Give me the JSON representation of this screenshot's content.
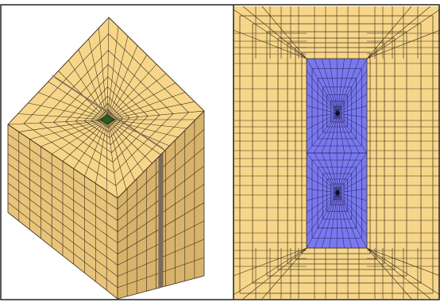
{
  "figure": {
    "panels": [
      {
        "id": "left",
        "content": "3d-meshed-cube-with-fracture-planes-and-central-wellbore"
      },
      {
        "id": "right",
        "content": "2d-mesh-cross-section-with-refined-region-and-two-point-sources"
      }
    ]
  },
  "colors": {
    "mesh_fill": "#f7d68a",
    "mesh_fill_side_left": "#e8c47a",
    "mesh_fill_side_right": "#d8b36c",
    "grid_line": "#3a2e1a",
    "refined_region": "#7a78ee",
    "fracture_band": "#7a6a58",
    "wellbore": "#2e5a22",
    "frame": "#222222",
    "background": "#ffffff"
  }
}
